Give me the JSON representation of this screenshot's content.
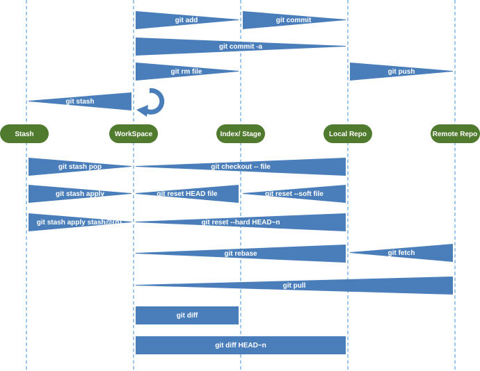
{
  "lanes": [
    {
      "label": "Stash"
    },
    {
      "label": "WorkSpace"
    },
    {
      "label": "Index/ Stage"
    },
    {
      "label": "Local Repo"
    },
    {
      "label": "Remote Repo"
    }
  ],
  "commands": {
    "git_add": "git add",
    "git_commit": "git commit",
    "git_commit_a": "git commit -a",
    "git_rm_file": "git rm file",
    "git_push": "git push",
    "git_stash": "git stash",
    "rm_file": "rm file",
    "git_stash_pop": "git stash pop",
    "git_checkout_file": "git checkout -- file",
    "git_stash_apply": "git stash apply",
    "git_reset_head_file": "git reset HEAD file",
    "git_reset_soft_file": "git reset --soft file",
    "git_stash_apply_n": "git stash apply stash@{n}",
    "git_reset_hard": "git reset --hard HEAD~n",
    "git_rebase": "git rebase",
    "git_fetch": "git fetch",
    "git_pull": "git pull",
    "git_diff": "git diff",
    "git_diff_head": "git diff HEAD~n"
  },
  "colors": {
    "arrow": "#4a7ebb",
    "lane_pill": "#507b2e",
    "lane_line": "#4f97d9",
    "text": "#ffffff"
  }
}
